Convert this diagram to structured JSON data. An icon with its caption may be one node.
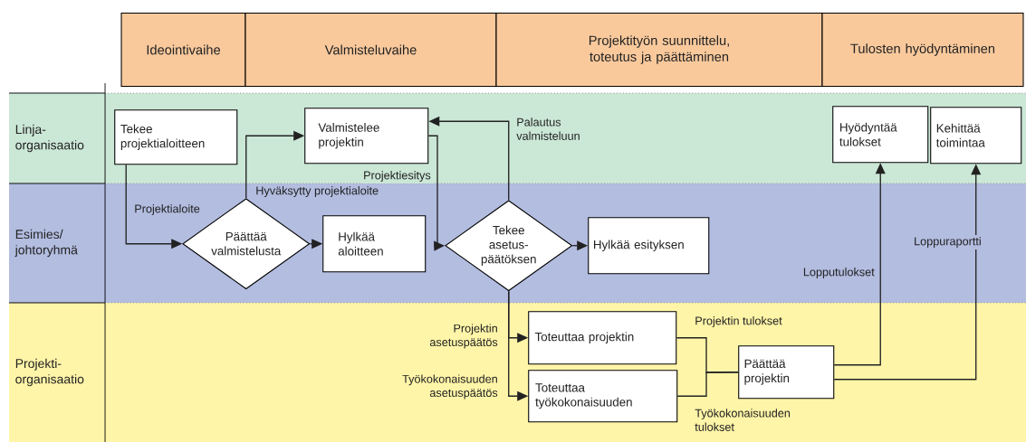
{
  "diagram": {
    "nodes": [
      {
        "text": [
          "Ideointivaihe"
        ]
      },
      {
        "text": [
          "Valmisteluvaihe"
        ]
      },
      {
        "text": [
          "Projektityön suunnittelu, toteutus ja päättäminen"
        ]
      },
      {
        "text": [
          "Tulosten hyödyntäminen"
        ]
      },
      {
        "text": [
          "Linja- organisaatio"
        ]
      },
      {
        "text": [
          "Esimies/ johtoryhmä"
        ]
      },
      {
        "text": [
          "Projekti- organisaatio"
        ]
      },
      {
        "text": [
          "Tekee projektialoitteen"
        ],
        "in": 4
      },
      {
        "text": [
          "Valmistelee projektin"
        ],
        "in": 4
      },
      {
        "text": [
          "Hyödyntää tulokset"
        ],
        "in": 4
      },
      {
        "text": [
          "Kehittää toimintaa"
        ],
        "in": 4
      },
      {
        "text": [
          "Päättää valmistelusta"
        ],
        "in": 5
      },
      {
        "text": [
          "Hylkää aloitteen"
        ],
        "in": 5
      },
      {
        "text": [
          "Tekee asetus- päätöksen"
        ],
        "in": 5
      },
      {
        "text": [
          "Hylkää esityksen"
        ],
        "in": 5
      },
      {
        "text": [
          "Toteuttaa projektin"
        ],
        "in": 6
      },
      {
        "text": [
          "Toteuttaa työkokonaisuuden"
        ],
        "in": 6
      },
      {
        "text": [
          "Päättää projektin"
        ],
        "in": 6
      }
    ],
    "edges": [
      {
        "from": 7,
        "to": 11,
        "arrow": "to",
        "label": "Projektialoite"
      },
      {
        "from": 11,
        "to": 8,
        "arrow": "to",
        "label": "Hyväksytty projektialoite"
      },
      {
        "from": 11,
        "to": 12,
        "arrow": "to"
      },
      {
        "from": 8,
        "to": 13,
        "arrow": "to",
        "label": "Projektiesitys"
      },
      {
        "from": 13,
        "to": 8,
        "arrow": "to",
        "label": "Palautus valmisteluun"
      },
      {
        "from": 13,
        "to": 14,
        "arrow": "to"
      },
      {
        "from": 13,
        "to": 15,
        "arrow": "to",
        "label": "Projektin asetuspäätös"
      },
      {
        "from": 13,
        "to": 16,
        "arrow": "to",
        "label": "Työkokonaisuuden asetuspäätös"
      },
      {
        "from": 15,
        "to": 17,
        "arrow": "none",
        "label": "Projektin tulokset"
      },
      {
        "from": 16,
        "to": 17,
        "arrow": "none",
        "label": "Työkokonaisuuden tulokset"
      },
      {
        "from": 17,
        "to": 9,
        "arrow": "to",
        "label": "Lopputulokset"
      },
      {
        "from": 17,
        "to": 10,
        "arrow": "to",
        "label": "Loppuraportti"
      }
    ]
  }
}
